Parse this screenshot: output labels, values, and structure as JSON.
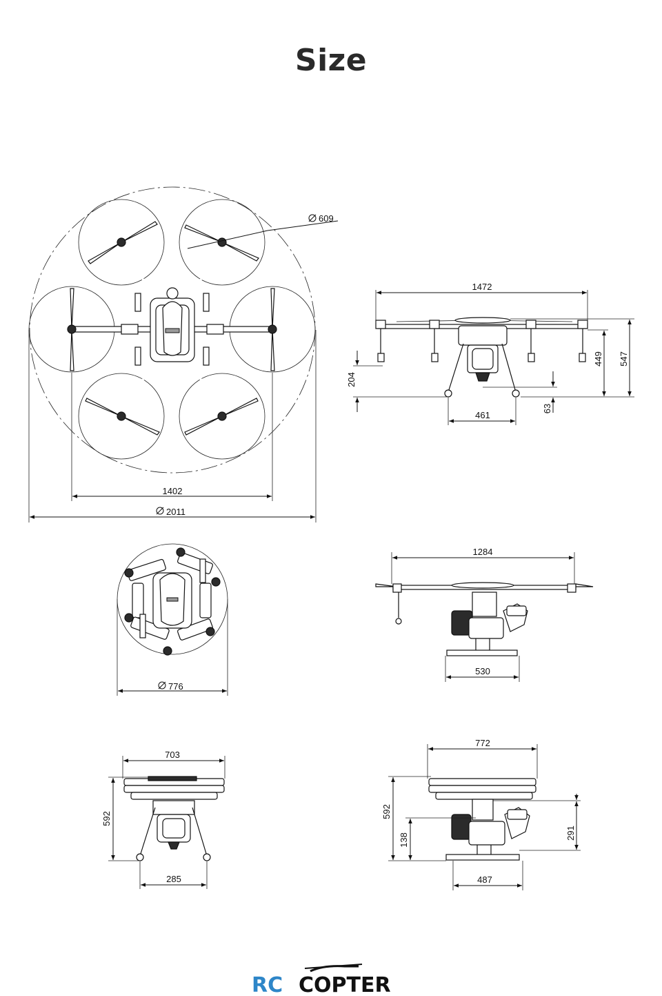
{
  "page": {
    "title": "Size"
  },
  "diameter_symbol": "∅",
  "top_view": {
    "rotor_diameter": "609",
    "motor_span": "1402",
    "overall_diameter": "2011"
  },
  "front_view": {
    "width": "1472",
    "total_height": "547",
    "arm_height": "449",
    "ground_clearance": "204",
    "nozzle_clearance": "63",
    "leg_spacing": "461"
  },
  "folded_top_view": {
    "diameter": "776"
  },
  "folded_side_view": {
    "width": "1284",
    "skid_width": "530"
  },
  "folded_front_view": {
    "width": "703",
    "height": "592",
    "leg_spacing": "285"
  },
  "folded_side_view_2": {
    "width": "772",
    "height": "592",
    "clearance": "138",
    "tank_height": "291",
    "skid_width": "487"
  },
  "footer": {
    "logo_text": "RC COPTER"
  },
  "colors": {
    "logo_blue": "#2e86c8",
    "logo_black": "#111111",
    "line": "#111111"
  }
}
